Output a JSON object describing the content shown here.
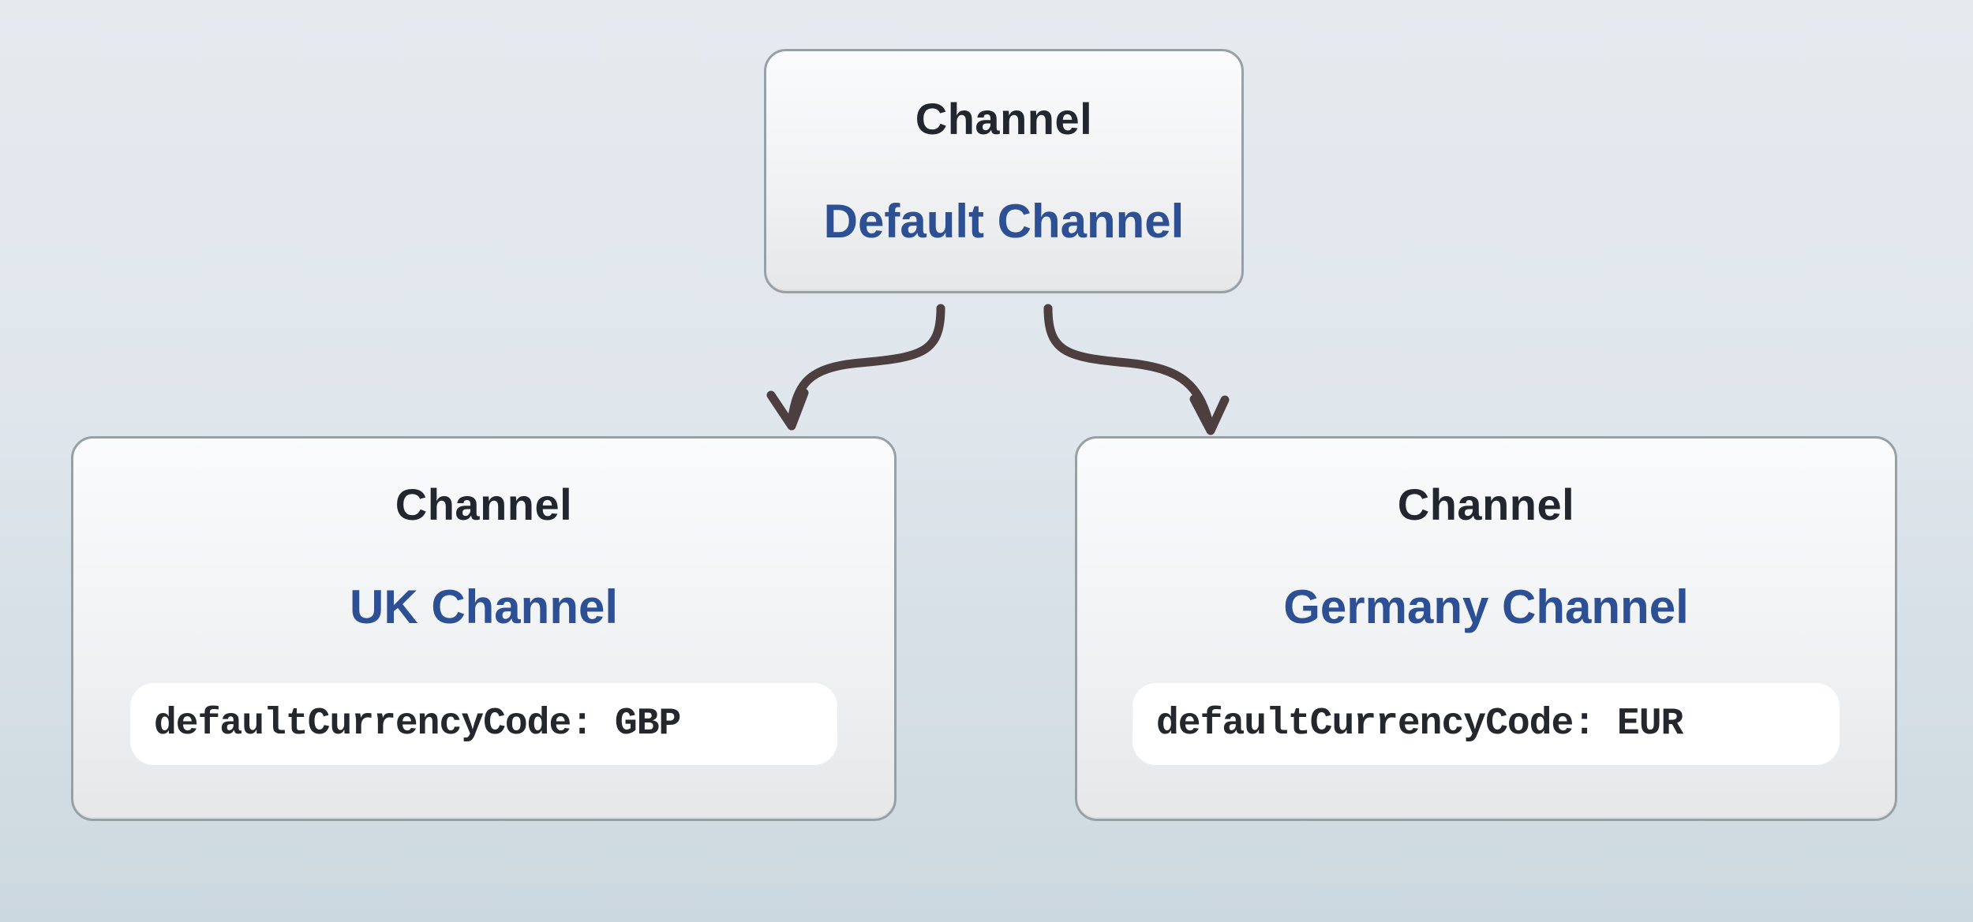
{
  "diagram": {
    "root": {
      "type_label": "Channel",
      "name": "Default Channel"
    },
    "children": [
      {
        "type_label": "Channel",
        "name": "UK Channel",
        "attribute": "defaultCurrencyCode: GBP"
      },
      {
        "type_label": "Channel",
        "name": "Germany Channel",
        "attribute": "defaultCurrencyCode: EUR"
      }
    ],
    "colors": {
      "background_top": "#e5eaef",
      "background_bottom": "#ccd8df",
      "node_fill_top": "#fafbfc",
      "node_fill_bottom": "#e5e7e9",
      "node_border": "#97a0a4",
      "title_color": "#22262f",
      "name_color": "#2d4f94",
      "code_color": "#24282d",
      "code_bg": "#ffffff",
      "arrow_color": "#4d3e40"
    }
  }
}
